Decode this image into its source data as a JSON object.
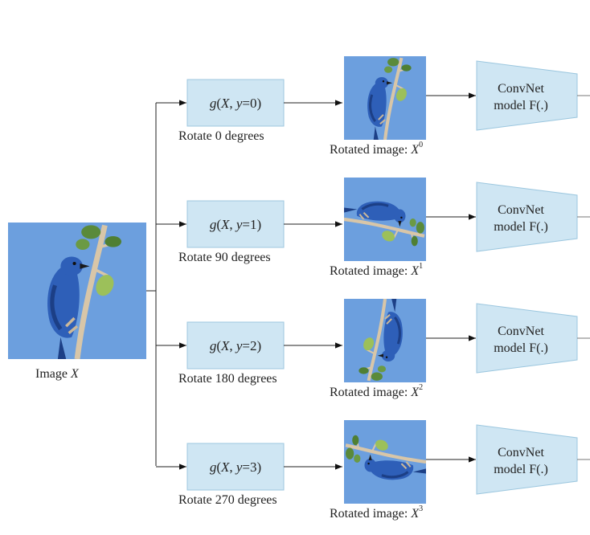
{
  "input": {
    "caption_text": "Image",
    "caption_var": "X"
  },
  "rows": [
    {
      "func_prefix": "g(",
      "func_x": "X",
      "func_sep": ", ",
      "func_y": "y",
      "func_eq": "=",
      "func_val": "0",
      "func_close": ")",
      "rotate_label": "Rotate 0 degrees",
      "rotated_caption": "Rotated image:",
      "rotated_var": "X",
      "rotated_sup": "0",
      "model_line1": "ConvNet",
      "model_line2": "model F(.)",
      "angle": 0
    },
    {
      "func_prefix": "g(",
      "func_x": "X",
      "func_sep": ", ",
      "func_y": "y",
      "func_eq": "=",
      "func_val": "1",
      "func_close": ")",
      "rotate_label": "Rotate 90 degrees",
      "rotated_caption": "Rotated image:",
      "rotated_var": "X",
      "rotated_sup": "1",
      "model_line1": "ConvNet",
      "model_line2": "model F(.)",
      "angle": 90
    },
    {
      "func_prefix": "g(",
      "func_x": "X",
      "func_sep": ", ",
      "func_y": "y",
      "func_eq": "=",
      "func_val": "2",
      "func_close": ")",
      "rotate_label": "Rotate 180 degrees",
      "rotated_caption": "Rotated image:",
      "rotated_var": "X",
      "rotated_sup": "2",
      "model_line1": "ConvNet",
      "model_line2": "model F(.)",
      "angle": 180
    },
    {
      "func_prefix": "g(",
      "func_x": "X",
      "func_sep": ", ",
      "func_y": "y",
      "func_eq": "=",
      "func_val": "3",
      "func_close": ")",
      "rotate_label": "Rotate 270 degrees",
      "rotated_caption": "Rotated image:",
      "rotated_var": "X",
      "rotated_sup": "3",
      "model_line1": "ConvNet",
      "model_line2": "model F(.)",
      "angle": 270
    }
  ],
  "colors": {
    "box_fill": "#cfe6f3",
    "box_stroke": "#9cc7df",
    "sky": "#6c9fde",
    "bird": "#2e5fb8",
    "bird_dark": "#1c3f86",
    "branch": "#d8c6a8",
    "leaf": "#5a8a3a",
    "line": "#222222"
  }
}
